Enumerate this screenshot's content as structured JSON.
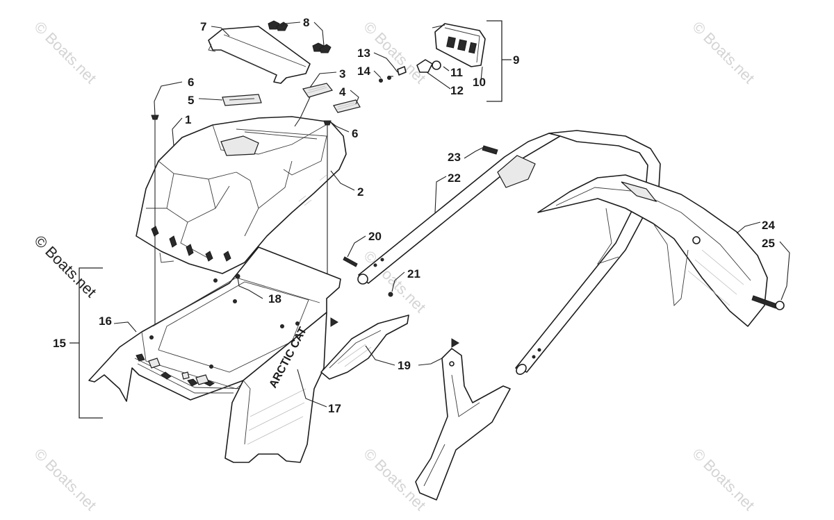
{
  "brand_text": "ARCTIC CAT",
  "watermark": {
    "faint": "© Boats.net",
    "main": "© Boats.net"
  },
  "callouts": [
    {
      "id": "1",
      "text": "1"
    },
    {
      "id": "2",
      "text": "2"
    },
    {
      "id": "3",
      "text": "3"
    },
    {
      "id": "4",
      "text": "4"
    },
    {
      "id": "5",
      "text": "5"
    },
    {
      "id": "6a",
      "text": "6"
    },
    {
      "id": "6b",
      "text": "6"
    },
    {
      "id": "7",
      "text": "7"
    },
    {
      "id": "8",
      "text": "8"
    },
    {
      "id": "9",
      "text": "9"
    },
    {
      "id": "10",
      "text": "10"
    },
    {
      "id": "11",
      "text": "11"
    },
    {
      "id": "12",
      "text": "12"
    },
    {
      "id": "13",
      "text": "13"
    },
    {
      "id": "14",
      "text": "14"
    },
    {
      "id": "15",
      "text": "15"
    },
    {
      "id": "16",
      "text": "16"
    },
    {
      "id": "17",
      "text": "17"
    },
    {
      "id": "18",
      "text": "18"
    },
    {
      "id": "19",
      "text": "19"
    },
    {
      "id": "20",
      "text": "20"
    },
    {
      "id": "21",
      "text": "21"
    },
    {
      "id": "22",
      "text": "22"
    },
    {
      "id": "23",
      "text": "23"
    },
    {
      "id": "24",
      "text": "24"
    },
    {
      "id": "25",
      "text": "25"
    }
  ]
}
